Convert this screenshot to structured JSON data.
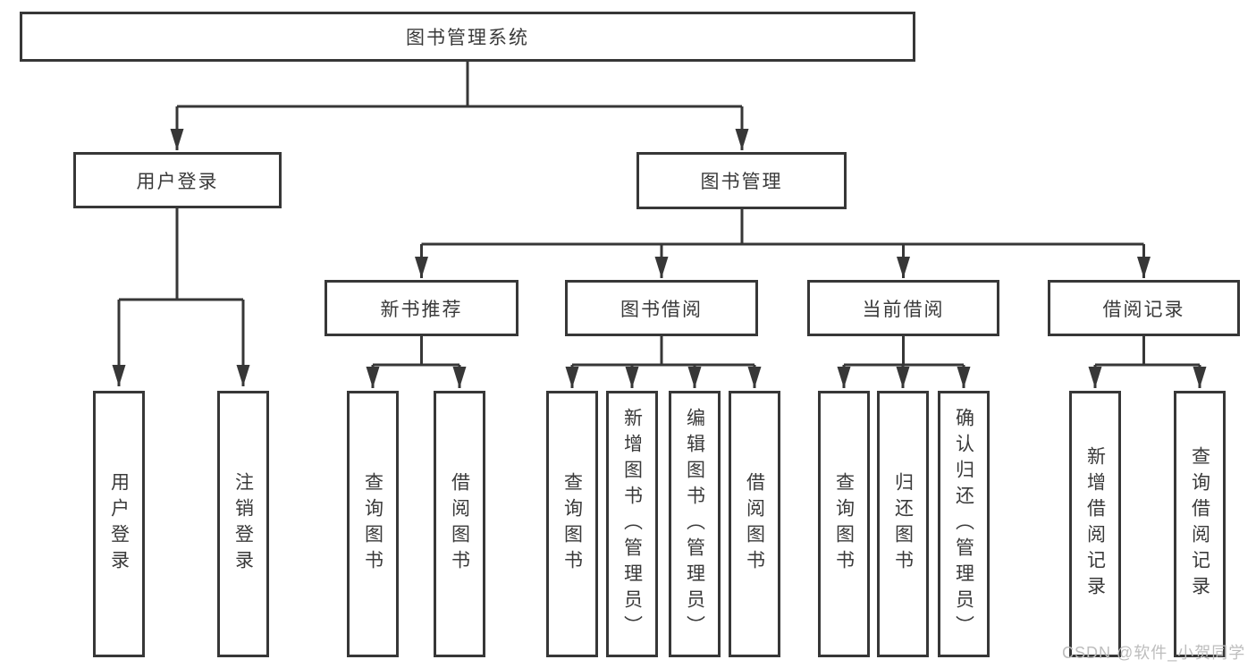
{
  "palette": {
    "line_color": "#373737",
    "text_color": "#3a3a3a",
    "box_fill": "#ffffff",
    "watermark_color": "#bdbdbd"
  },
  "watermark": {
    "text": "CSDN @软件_小贺同学"
  },
  "tree": {
    "root": {
      "label": "图书管理系统",
      "children": [
        {
          "label": "用户登录",
          "children": [
            {
              "label": "用户登录"
            },
            {
              "label": "注销登录"
            }
          ]
        },
        {
          "label": "图书管理",
          "children": [
            {
              "label": "新书推荐",
              "children": [
                {
                  "label": "查询图书"
                },
                {
                  "label": "借阅图书"
                }
              ]
            },
            {
              "label": "图书借阅",
              "children": [
                {
                  "label": "查询图书"
                },
                {
                  "label": "新增图书（管理员）"
                },
                {
                  "label": "编辑图书（管理员）"
                },
                {
                  "label": "借阅图书"
                }
              ]
            },
            {
              "label": "当前借阅",
              "children": [
                {
                  "label": "查询图书"
                },
                {
                  "label": "归还图书"
                },
                {
                  "label": "确认归还（管理员）"
                }
              ]
            },
            {
              "label": "借阅记录",
              "children": [
                {
                  "label": "新增借阅记录"
                },
                {
                  "label": "查询借阅记录"
                }
              ]
            }
          ]
        }
      ]
    }
  }
}
